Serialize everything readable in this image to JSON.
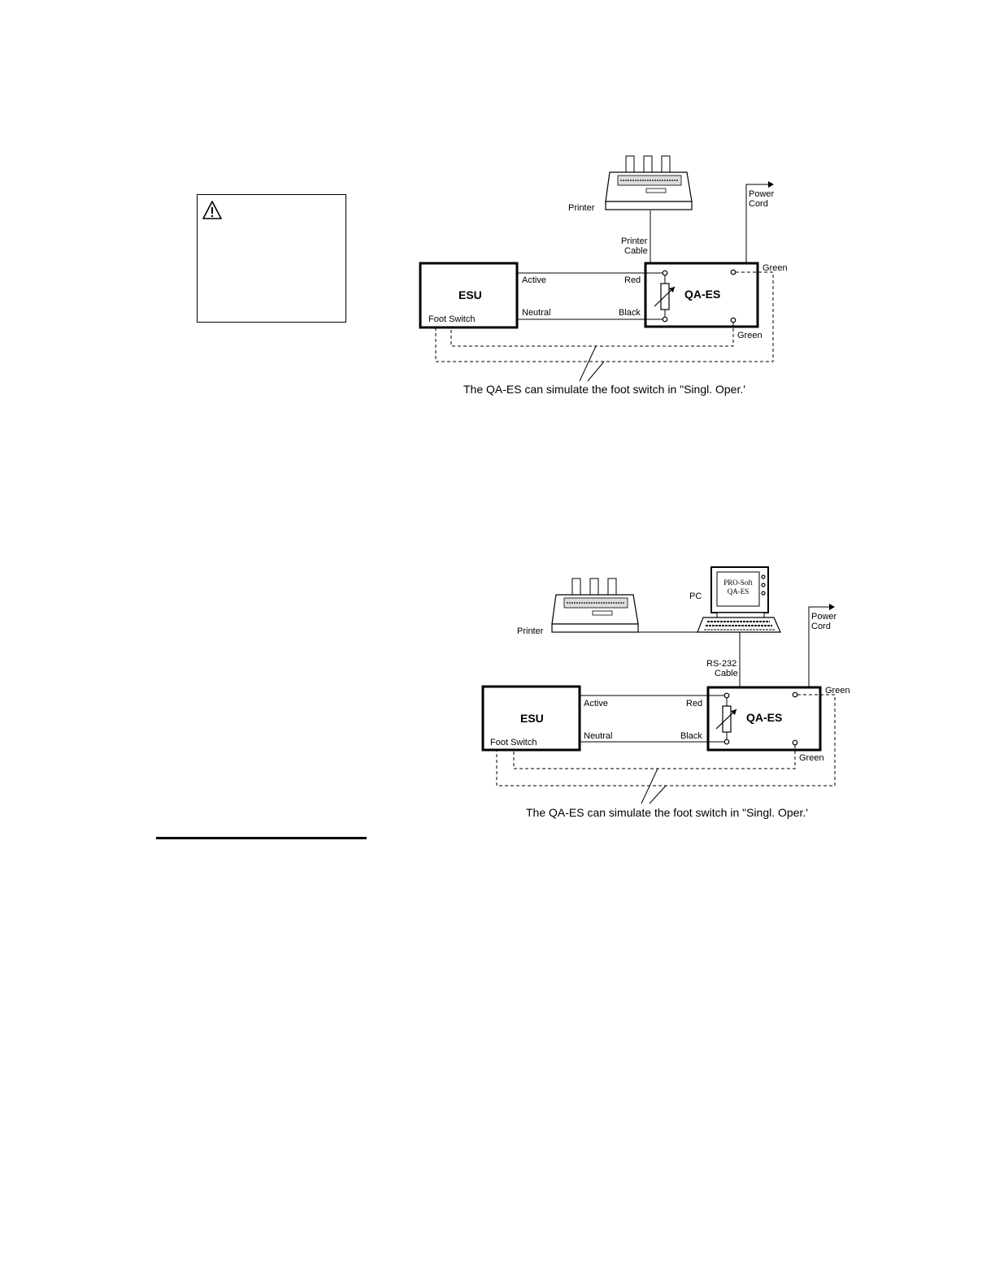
{
  "warning": {
    "icon": "warning-triangle-icon"
  },
  "diagram1": {
    "printer_label": "Printer",
    "printer_cable_line1": "Printer",
    "printer_cable_line2": "Cable",
    "power_cord_line1": "Power",
    "power_cord_line2": "Cord",
    "esu_label": "ESU",
    "foot_switch_label": "Foot Switch",
    "active_label": "Active",
    "neutral_label": "Neutral",
    "red_label": "Red",
    "black_label": "Black",
    "qaes_label": "QA-ES",
    "green_top_label": "Green",
    "green_bottom_label": "Green",
    "caption": "The QA-ES can simulate the foot switch in \"Singl. Oper.'"
  },
  "diagram2": {
    "printer_label": "Printer",
    "pc_label": "PC",
    "screen_line1": "PRO-Soft",
    "screen_line2": "QA-ES",
    "rs232_line1": "RS-232",
    "rs232_line2": "Cable",
    "power_cord_line1": "Power",
    "power_cord_line2": "Cord",
    "esu_label": "ESU",
    "foot_switch_label": "Foot Switch",
    "active_label": "Active",
    "neutral_label": "Neutral",
    "red_label": "Red",
    "black_label": "Black",
    "qaes_label": "QA-ES",
    "green_top_label": "Green",
    "green_bottom_label": "Green",
    "caption": "The QA-ES can simulate the foot switch in \"Singl. Oper.'"
  }
}
